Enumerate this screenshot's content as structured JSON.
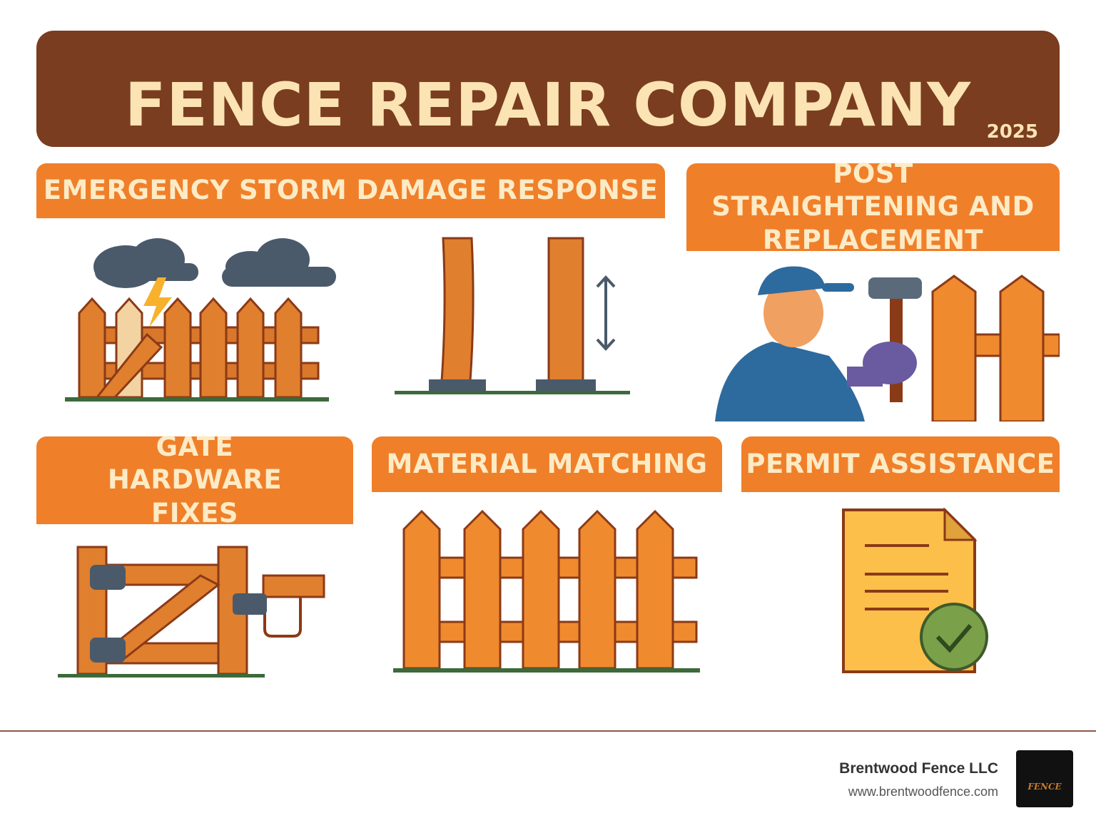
{
  "banner": {
    "title": "FENCE REPAIR COMPANY",
    "year": "2025"
  },
  "cards": [
    {
      "title": "EMERGENCY STORM DAMAGE RESPONSE",
      "icons": [
        "storm-cloud-icon",
        "lightning-icon",
        "broken-fence-icon"
      ]
    },
    {
      "title": "POST STRAIGHTENING AND REPLACEMENT",
      "icons": [
        "bent-post-icon",
        "straight-post-icon",
        "up-down-arrow-icon",
        "worker-hammer-icon"
      ]
    },
    {
      "title": "GATE HARDWARE FIXES",
      "icons": [
        "gate-hinge-icon"
      ]
    },
    {
      "title": "MATERIAL MATCHING",
      "icons": [
        "picket-fence-icon"
      ]
    },
    {
      "title": "PERMIT ASSISTANCE",
      "icons": [
        "document-check-icon"
      ]
    }
  ],
  "footer": {
    "company": "Brentwood Fence LLC",
    "url": "www.brentwoodfence.com",
    "logo_text": "FENCE"
  },
  "colors": {
    "banner": "#7a3d1f",
    "banner_text": "#fbe3b4",
    "card_header": "#f07f2a",
    "wood": "#f08a2e",
    "wood_outline": "#8b3a17",
    "cloud": "#4a5a6a",
    "check": "#7aa04a"
  }
}
